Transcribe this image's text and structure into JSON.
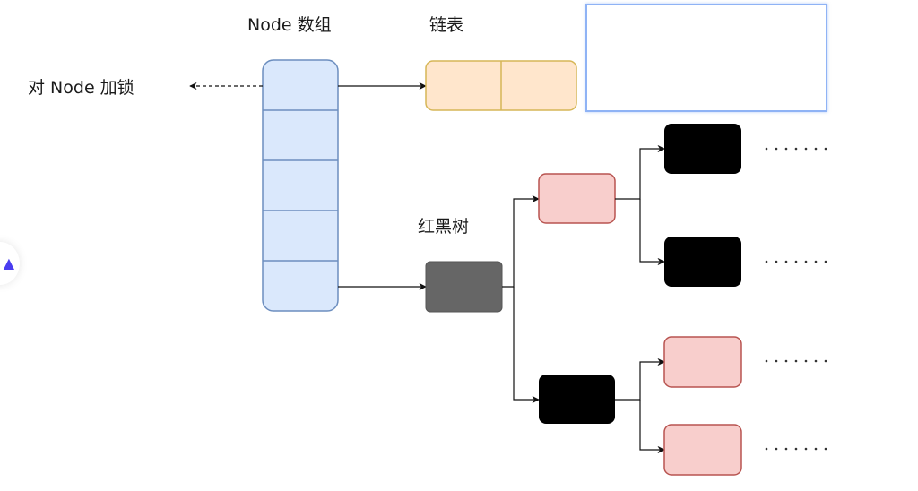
{
  "labels": {
    "node_array": "Node 数组",
    "linked_list": "链表",
    "lock_node": "对 Node 加锁",
    "rb_tree": "红黑树"
  },
  "ellipsis": "·······",
  "colors": {
    "array_fill": "#dae8fc",
    "array_stroke": "#6c8ebf",
    "list_fill": "#ffe6cc",
    "list_stroke": "#d6b656",
    "red_fill": "#f8cecc",
    "red_stroke": "#b85450",
    "black_fill": "#000000",
    "root_fill": "#666666",
    "accent": "#4a3df0"
  },
  "array": {
    "slots": 5
  },
  "linked_list": {
    "cells": 2
  },
  "tree": {
    "root": "root",
    "nodes": [
      {
        "id": "root",
        "color": "gray"
      },
      {
        "id": "n1",
        "color": "red"
      },
      {
        "id": "n2",
        "color": "black"
      },
      {
        "id": "n3",
        "color": "black"
      },
      {
        "id": "n4",
        "color": "black"
      },
      {
        "id": "n5",
        "color": "red"
      },
      {
        "id": "n6",
        "color": "red"
      }
    ]
  }
}
